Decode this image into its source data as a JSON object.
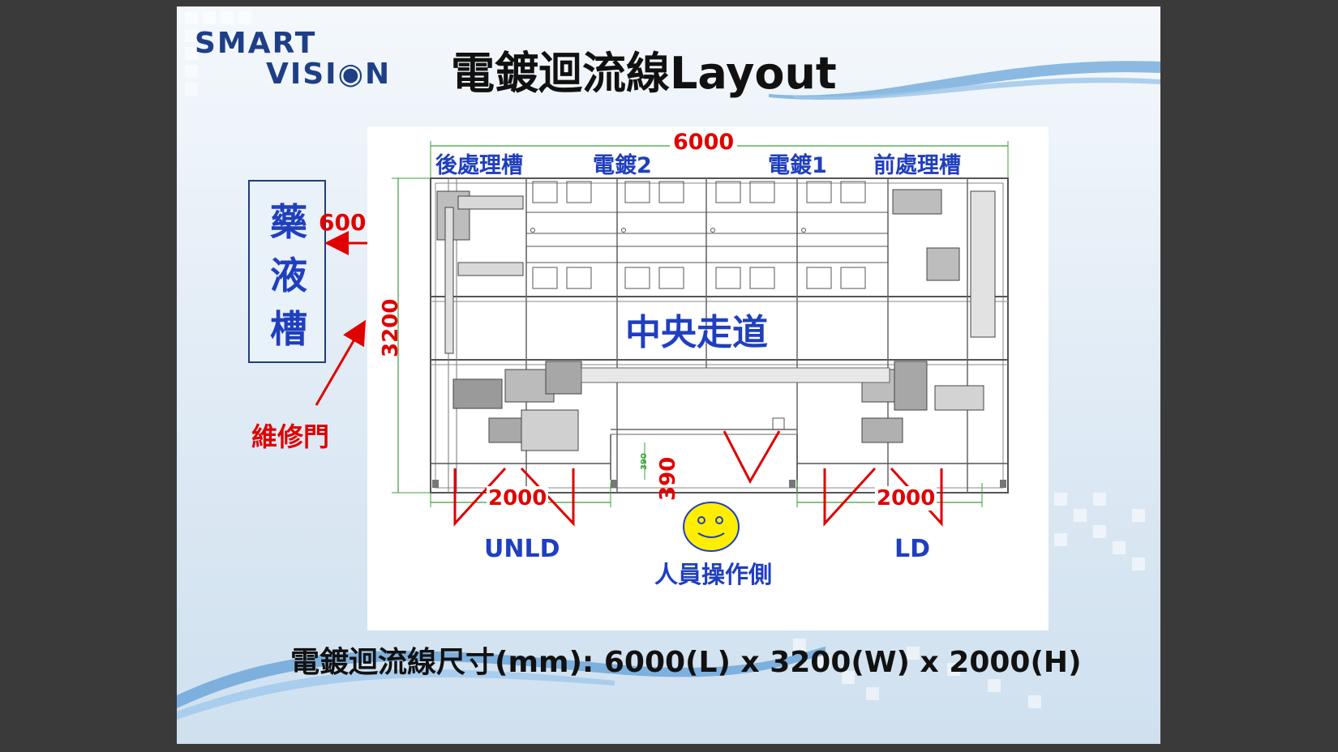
{
  "logo": {
    "line1": "SMART",
    "line2": "VISI◉N"
  },
  "title": "電鍍迴流線Layout",
  "drawing": {
    "overall_length": "6000",
    "sections": [
      "後處理槽",
      "電鍍2",
      "電鍍1",
      "前處理槽"
    ],
    "gap_label": "600mm",
    "width_label": "3200",
    "center_aisle": "中央走道",
    "maintenance_door": "維修門",
    "door_gap": "390",
    "door_gap_small": "390",
    "unld_width": "2000",
    "ld_width": "2000",
    "unld": "UNLD",
    "ld": "LD",
    "operator_side": "人員操作側"
  },
  "chem_tank": {
    "chars": [
      "藥",
      "液",
      "槽"
    ]
  },
  "footer": "電鍍迴流線尺寸(mm): 6000(L) x 3200(W) x 2000(H)",
  "colors": {
    "blue_text": "#1f3fbf",
    "red_text": "#e00000",
    "dim_green": "#3aa03a",
    "smiley": "#ffee00"
  }
}
